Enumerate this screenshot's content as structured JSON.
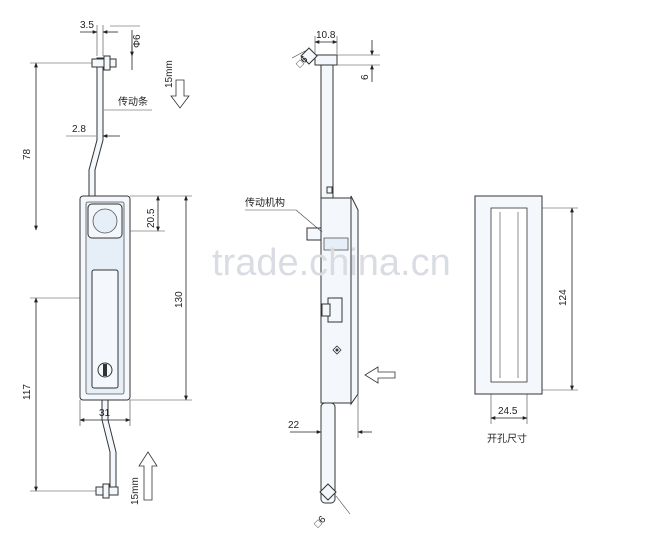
{
  "watermark": "trade.china.cn",
  "front_view": {
    "dim_top_offset": "3.5",
    "dim_rod_dia": "Φ6",
    "dim_travel_top": "15mm",
    "label_rod": "传动条",
    "dim_rod_thickness": "2.8",
    "dim_upper_length": "78",
    "dim_handle_offset": "20.5",
    "dim_body_height": "130",
    "dim_lower_length": "117",
    "dim_body_width": "31",
    "dim_travel_bottom": "15mm"
  },
  "side_view": {
    "dim_top_width": "10.8",
    "dim_top_square": "□6",
    "dim_top_height": "6",
    "label_mechanism": "传动机构",
    "dim_depth": "22",
    "dim_bottom_square": "□6"
  },
  "cutout_view": {
    "dim_height": "124",
    "dim_width": "24.5",
    "label_cutout": "开孔尺寸"
  }
}
